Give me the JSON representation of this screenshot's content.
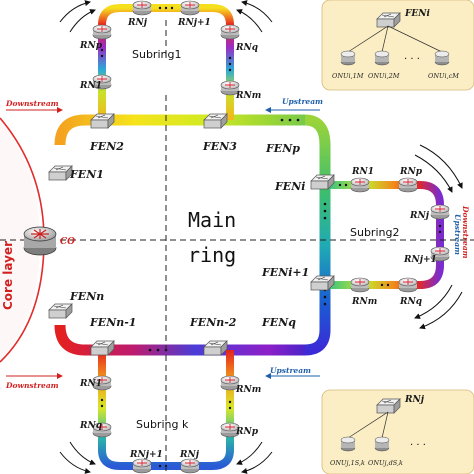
{
  "labels": {
    "main_ring_line1": "Main",
    "main_ring_line2": "ring",
    "subring1": "Subring1",
    "subring2": "Subring2",
    "subringk": "Subring k",
    "core_layer": "Core layer",
    "co": "CO",
    "downstream_top": "Downstream",
    "downstream_bottom": "Downstream",
    "upstream_top": "Upstream",
    "upstream_bottom": "Upstream",
    "upstream_right": "Upstream",
    "downstream_right": "Downstream"
  },
  "fen_labels": {
    "fen1": "FEN1",
    "fen2": "FEN2",
    "fen3": "FEN3",
    "fenp": "FENp",
    "feni": "FENi",
    "feni1": "FENi+1",
    "fenq": "FENq",
    "fenn2": "FENn-2",
    "fenn1": "FENn-1",
    "fenn": "FENn"
  },
  "rn_labels": {
    "top_rnj": "RNj",
    "top_rnj1": "RNj+1",
    "top_rnp": "RNp",
    "top_rnq": "RNq",
    "top_rn1": "RN1",
    "top_rnm": "RNm",
    "right_rn1": "RN1",
    "right_rnp": "RNp",
    "right_rnj": "RNj",
    "right_rnj1": "RNj+1",
    "right_rnm": "RNm",
    "right_rnq": "RNq",
    "bottom_rn1": "RN1",
    "bottom_rnm": "RNm",
    "bottom_rnq": "RNq",
    "bottom_rnp": "RNp",
    "bottom_rnj1": "RNj+1",
    "bottom_rnj": "RNj"
  },
  "legend_top": {
    "title": "FENi",
    "onu1": "ONUi,1M",
    "onu2": "ONUi,2M",
    "onu3": "ONUi,cM"
  },
  "legend_bottom": {
    "title": "RNj",
    "onu1": "ONUj,1S,k",
    "onu2": "ONUj,dS,k",
    "dots": "· · ·"
  },
  "colors": {
    "legend_bg": "#fbeec4",
    "legend_border": "#d9b878",
    "core_red": "#e32b2b",
    "blue_text": "#1d5fa8"
  }
}
